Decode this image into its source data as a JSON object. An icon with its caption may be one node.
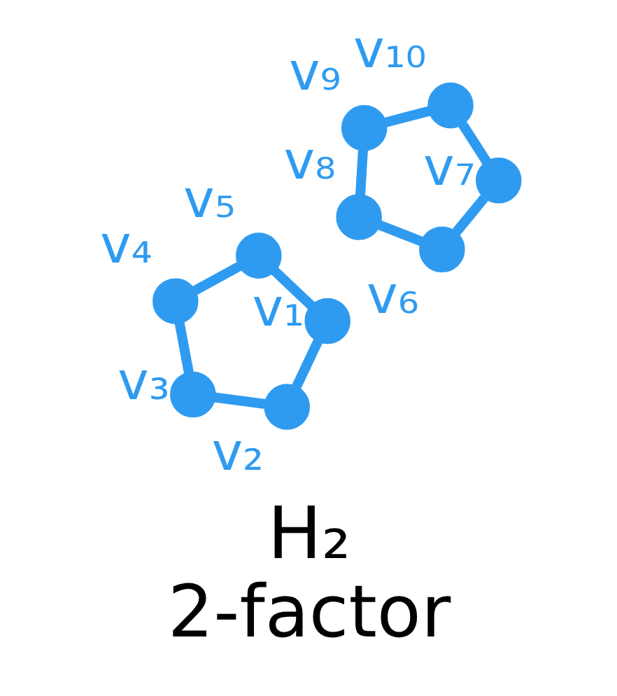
{
  "diagram": {
    "title": "H₂",
    "caption": "2-factor",
    "nodes": [
      {
        "text": [],
        "shape": "circle",
        "beside": [
          "v₁"
        ]
      },
      {
        "text": [],
        "shape": "circle",
        "beside": [
          "v₂"
        ]
      },
      {
        "text": [],
        "shape": "circle",
        "beside": [
          "v₃"
        ]
      },
      {
        "text": [],
        "shape": "circle",
        "beside": [
          "v₄"
        ]
      },
      {
        "text": [],
        "shape": "circle",
        "beside": [
          "v₅"
        ]
      },
      {
        "text": [],
        "shape": "circle",
        "beside": [
          "v₆"
        ]
      },
      {
        "text": [],
        "shape": "circle",
        "beside": [
          "v₇"
        ]
      },
      {
        "text": [],
        "shape": "circle",
        "beside": [
          "v₈"
        ]
      },
      {
        "text": [],
        "shape": "circle",
        "beside": [
          "v₉"
        ]
      },
      {
        "text": [],
        "shape": "circle",
        "beside": [
          "v₁₀"
        ]
      }
    ],
    "edges": [
      {
        "from": 0,
        "to": 1,
        "arrow": "none"
      },
      {
        "from": 1,
        "to": 2,
        "arrow": "none"
      },
      {
        "from": 2,
        "to": 3,
        "arrow": "none"
      },
      {
        "from": 3,
        "to": 4,
        "arrow": "none"
      },
      {
        "from": 4,
        "to": 0,
        "arrow": "none"
      },
      {
        "from": 5,
        "to": 7,
        "arrow": "none"
      },
      {
        "from": 7,
        "to": 8,
        "arrow": "none"
      },
      {
        "from": 8,
        "to": 9,
        "arrow": "none"
      },
      {
        "from": 9,
        "to": 6,
        "arrow": "none"
      },
      {
        "from": 6,
        "to": 5,
        "arrow": "none"
      }
    ]
  }
}
